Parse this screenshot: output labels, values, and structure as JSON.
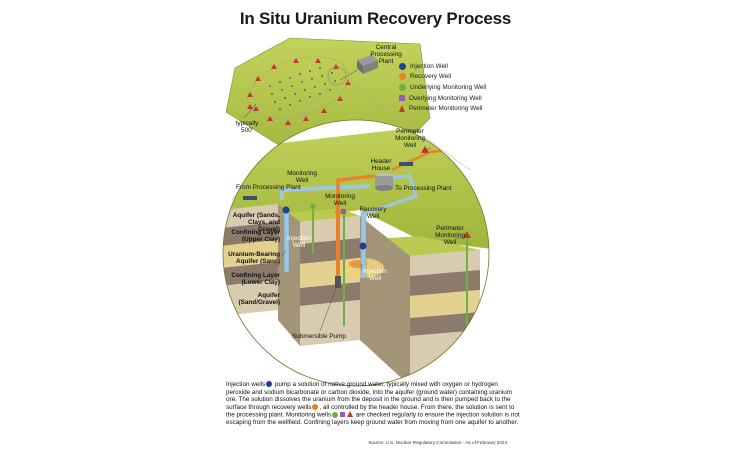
{
  "title": "In Situ Uranium Recovery Process",
  "legend": [
    {
      "label": "Injection Well",
      "shape": "circle",
      "color": "#1f3f8f"
    },
    {
      "label": "Recovery Well",
      "shape": "circle",
      "color": "#e8822a"
    },
    {
      "label": "Underlying Monitoring Well",
      "shape": "circle",
      "color": "#6cb04a"
    },
    {
      "label": "Overlying Monitoring Well",
      "shape": "square",
      "color": "#9b59b6"
    },
    {
      "label": "Perimeter Monitoring Well",
      "shape": "triangle",
      "color": "#c0392b"
    }
  ],
  "labels": {
    "central_plant": "Central\nProcessing\nPlant",
    "typically": "typically\n500'",
    "perimeter_top": "Perimeter\nMonitoring\nWell",
    "header_house": "Header\nHouse",
    "monitoring_well_1": "Monitoring\nWell",
    "monitoring_well_2": "Monitoring\nWell",
    "from_plant": "From Processing Plant",
    "to_plant": "To Processing Plant",
    "recovery_well": "Recovery\nWell",
    "perimeter_right": "Perimeter\nMonitoring\nWell",
    "injection_well_left": "Injection\nWell",
    "injection_well_right": "Injection\nWell",
    "submersible_pump": "Submersible Pump"
  },
  "layers": [
    "Aquifer (Sands,\nClays, and Gravel)",
    "Confining Layer\n(Upper Clay)",
    "Uranium-Bearing\nAquifer (Sand)",
    "Confining Layer\n(Lower Clay)",
    "Aquifer\n(Sand/Gravel)"
  ],
  "description": {
    "p1": "Injection wells",
    "p2": " pump a solution of native ground water, typically mixed with oxygen or hydrogen peroxide and sodium bicarbonate or carbon dioxide, into the aquifer (ground water) containing uranium ore. The solution dissolves the uranium from the deposit in the ground and is then pumped back to the surface through recovery wells",
    "p3": ", all controlled by the header house. From there, the solution is sent to the processing plant. Monitoring wells",
    "p4": " are checked regularly to ensure the injection solution is not escaping from the wellfield. Confining layers keep ground water from moving from one aquifer to another."
  },
  "source": "Source: U.S. Nuclear Regulatory Commission - As of February 2023",
  "colors": {
    "ground": "#b5c54a",
    "ground_dark": "#8fa235",
    "aquifer": "#d9cbb0",
    "clay": "#8c7b6b",
    "ore": "#e3d28f",
    "pipe_blue": "#9ec6e0",
    "pipe_orange": "#e8822a"
  }
}
